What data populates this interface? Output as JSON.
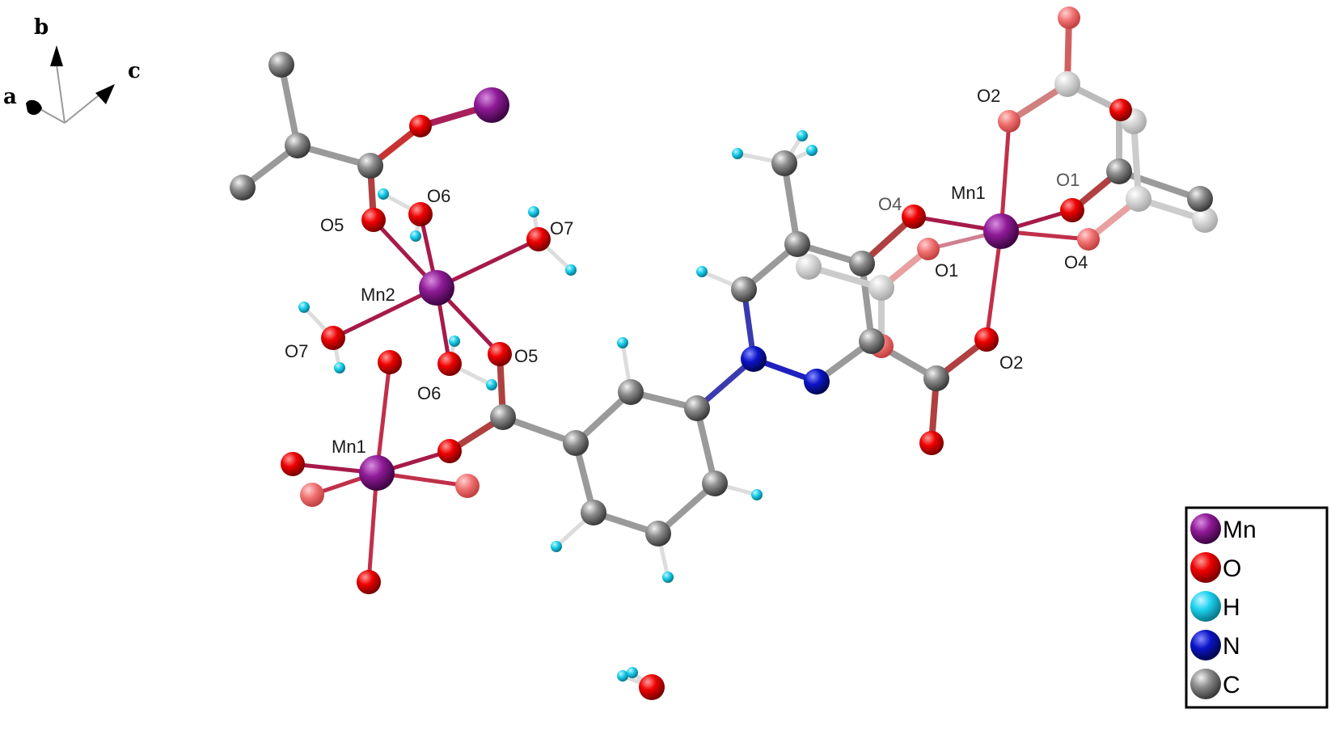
{
  "axes_indicator": {
    "labels": {
      "a": "a",
      "b": "b",
      "c": "c"
    }
  },
  "atom_labels": {
    "mn2": "Mn2",
    "mn1_left": "Mn1",
    "mn1_right": "Mn1",
    "o5_top": "O5",
    "o6_top": "O6",
    "o7_right": "O7",
    "o7_left": "O7",
    "o5_bottom": "O5",
    "o6_bottom": "O6",
    "o2_top": "O2",
    "o1_top": "O1",
    "o4_left": "O4",
    "o1_bottom": "O1",
    "o4_right": "O4",
    "o2_bottom": "O2"
  },
  "legend": {
    "items": [
      {
        "element": "Mn",
        "color": "#8e1a96"
      },
      {
        "element": "O",
        "color": "#ee0000"
      },
      {
        "element": "H",
        "color": "#1ed2f0"
      },
      {
        "element": "N",
        "color": "#0b14c8"
      },
      {
        "element": "C",
        "color": "#8c8c8c"
      }
    ]
  },
  "colors": {
    "Mn": "#8e1a96",
    "O": "#ee0000",
    "H": "#1ed2f0",
    "N": "#0b14c8",
    "C": "#8c8c8c"
  }
}
